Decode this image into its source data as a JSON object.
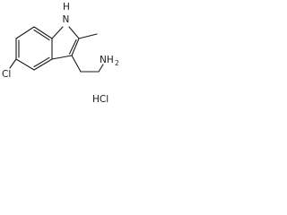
{
  "structure": {
    "atom_labels": {
      "indole_nh": {
        "main": "H",
        "second": "N"
      },
      "chlorine": "Cl",
      "amine": {
        "main": "NH",
        "sub": "2"
      },
      "salt": "HCl"
    }
  },
  "colors": {
    "ink": "#1a1a1a",
    "background": "#ffffff"
  }
}
